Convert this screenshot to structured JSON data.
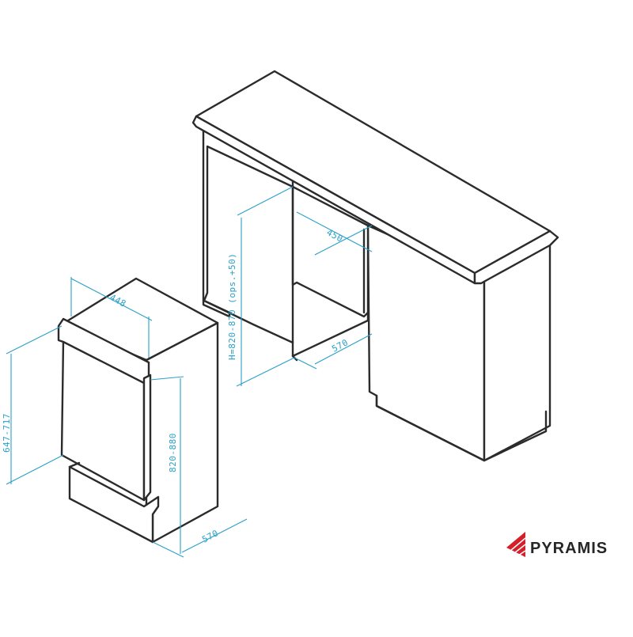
{
  "dimensions": {
    "dishwasher_width": "448",
    "dishwasher_depth": "570",
    "dishwasher_height": "820-880",
    "dishwasher_panel_height": "647-717",
    "niche_width": "450",
    "niche_depth": "570",
    "niche_height": "H=820-870 (ops.+50)"
  },
  "brand": {
    "name": "PYRAMIS"
  },
  "colors": {
    "dimension_lines": "#2aa0c8",
    "outline": "#2b2b2b",
    "logo_red": "#d4202a"
  }
}
